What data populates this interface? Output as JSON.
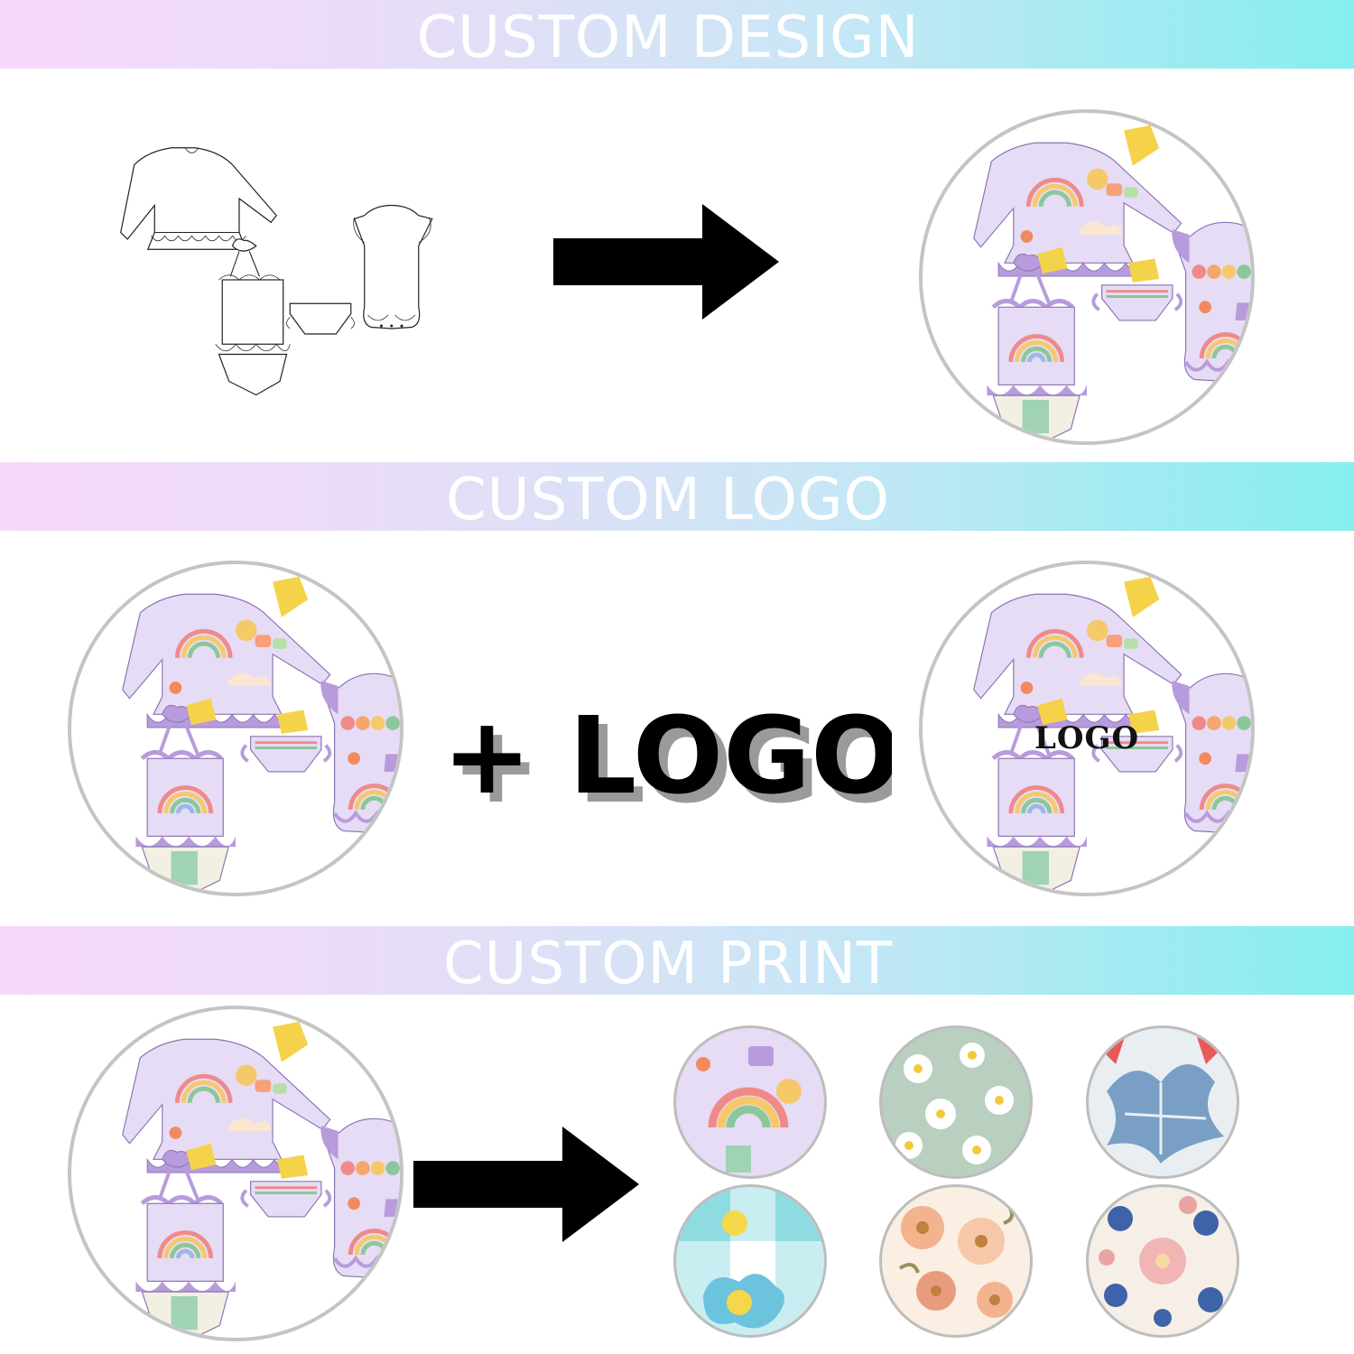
{
  "sections": {
    "design": {
      "title": "CUSTOM DESIGN"
    },
    "logo": {
      "title": "CUSTOM LOGO",
      "plus_text": "+ LOGO",
      "overlay_text": "LOGO"
    },
    "print": {
      "title": "CUSTOM PRINT"
    }
  },
  "colors": {
    "banner_gradient": [
      "#f6d9f8",
      "#e8ddf7",
      "#c9e6f6",
      "#86eeee"
    ],
    "garment_lilac": "#e6dcf5",
    "garment_purple": "#b89bdc",
    "tag_yellow": "#f4d34a",
    "circle_border": "#c4c4c4"
  },
  "icons": [
    "right-arrow-icon",
    "right-arrow-icon"
  ]
}
